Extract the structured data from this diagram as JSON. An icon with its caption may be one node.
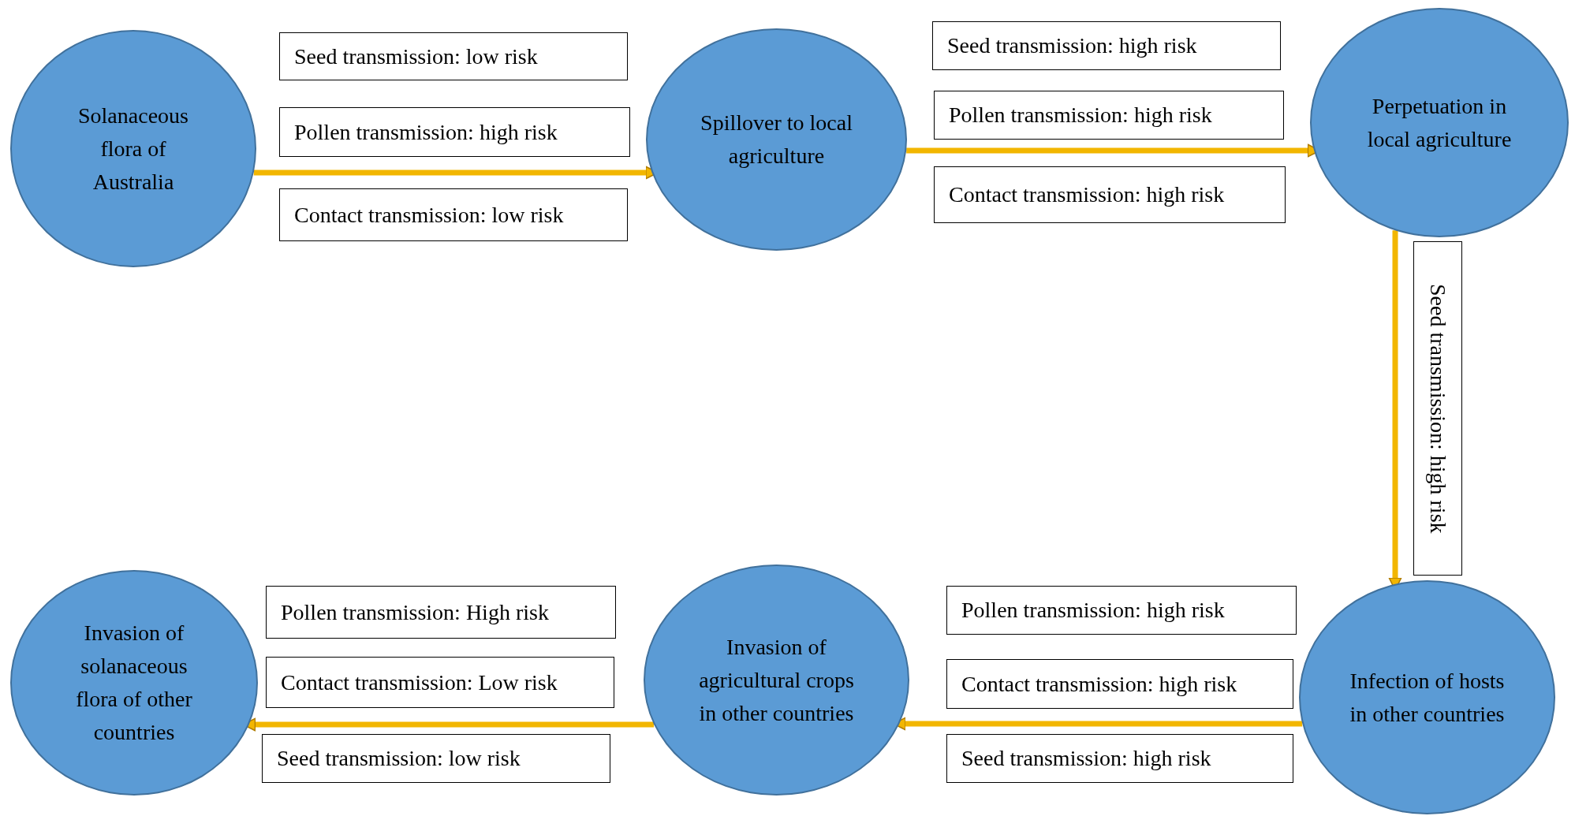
{
  "diagram": {
    "nodes": [
      {
        "text": [
          "Solanaceous flora of Australia"
        ]
      },
      {
        "text": [
          "Seed transmission: low risk"
        ]
      },
      {
        "text": [
          "Pollen transmission: high risk"
        ]
      },
      {
        "text": [
          "Contact transmission: low risk"
        ]
      },
      {
        "text": [
          "Spillover to local agriculture"
        ]
      },
      {
        "text": [
          "Seed transmission: high risk"
        ]
      },
      {
        "text": [
          "Pollen transmission: high risk"
        ]
      },
      {
        "text": [
          "Contact transmission: high risk"
        ]
      },
      {
        "text": [
          "Perpetuation in local agriculture"
        ]
      },
      {
        "text": [
          "Seed transmission: high risk"
        ]
      },
      {
        "text": [
          "Invasion of solanaceous flora of other countries"
        ]
      },
      {
        "text": [
          "Pollen transmission: High risk"
        ]
      },
      {
        "text": [
          "Contact transmission: Low risk"
        ]
      },
      {
        "text": [
          "Seed transmission: low risk"
        ]
      },
      {
        "text": [
          "Invasion of agricultural crops in other countries"
        ]
      },
      {
        "text": [
          "Pollen transmission: high risk"
        ]
      },
      {
        "text": [
          "Contact transmission: high risk"
        ]
      },
      {
        "text": [
          "Seed transmission: high risk"
        ]
      },
      {
        "text": [
          "Infection of hosts in other countries"
        ]
      }
    ],
    "edges": [
      {
        "from": 0,
        "to": 4,
        "arrow": "to"
      },
      {
        "from": 4,
        "to": 8,
        "arrow": "to"
      },
      {
        "from": 8,
        "to": 18,
        "arrow": "to"
      },
      {
        "from": 18,
        "to": 14,
        "arrow": "to"
      },
      {
        "from": 14,
        "to": 10,
        "arrow": "to"
      }
    ]
  }
}
